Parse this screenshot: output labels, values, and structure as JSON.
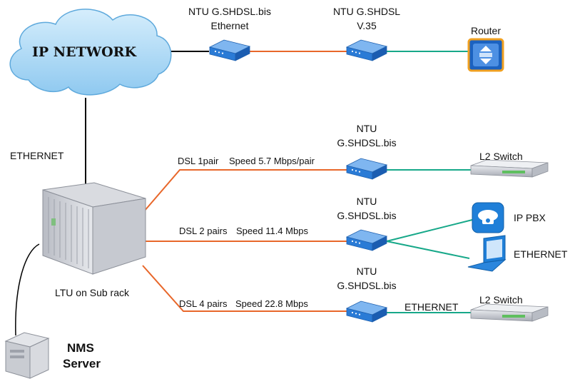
{
  "colors": {
    "ethernet_line": "#000000",
    "shdsl_line": "#e8672a",
    "device_link": "#17a889",
    "cloud_fill": "#a9d8f5",
    "cloud_text": "#111111",
    "modem_body": "#2a7bd6",
    "router_border": "#f0a020"
  },
  "cloud": {
    "label": "IP NETWORK"
  },
  "top_row": {
    "ntu1_line1": "NTU G.SHDSL.bis",
    "ntu1_line2": "Ethernet",
    "ntu2_line1": "NTU G.SHDSL",
    "ntu2_line2": "V.35",
    "router_label": "Router"
  },
  "ethernet_label": "ETHERNET",
  "ltu_label": "LTU on Sub rack",
  "nms": {
    "line1": "NMS",
    "line2": "Server"
  },
  "links": [
    {
      "dsl": "DSL 1pair",
      "speed": "Speed 5.7 Mbps/pair"
    },
    {
      "dsl": "DSL 2 pairs",
      "speed": "Speed 11.4 Mbps"
    },
    {
      "dsl": "DSL 4 pairs",
      "speed": "Speed 22.8 Mbps"
    }
  ],
  "ntus": [
    {
      "line1": "NTU",
      "line2": "G.SHDSL.bis"
    },
    {
      "line1": "NTU",
      "line2": "G.SHDSL.bis"
    },
    {
      "line1": "NTU",
      "line2": "G.SHDSL.bis"
    }
  ],
  "endpoints": {
    "l2_switch_1": "L2 Switch",
    "ip_pbx": "IP PBX",
    "ethernet_pc": "ETHERNET",
    "l2_switch_2": "L2 Switch",
    "bottom_link_label": "ETHERNET"
  }
}
